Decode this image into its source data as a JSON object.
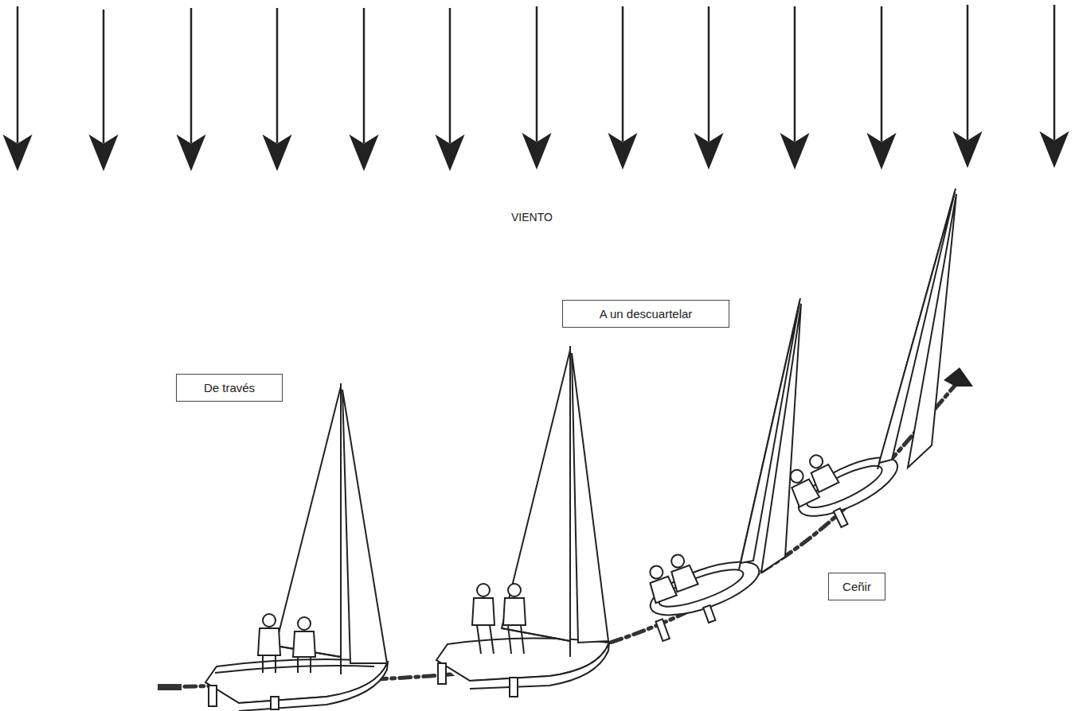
{
  "diagram": {
    "nodes": [
      {
        "text": [
          "De través"
        ]
      },
      {
        "text": [
          "A un descuartelar"
        ]
      },
      {
        "text": [
          "Ceñir"
        ]
      }
    ],
    "labels": [
      "VIENTO"
    ]
  }
}
